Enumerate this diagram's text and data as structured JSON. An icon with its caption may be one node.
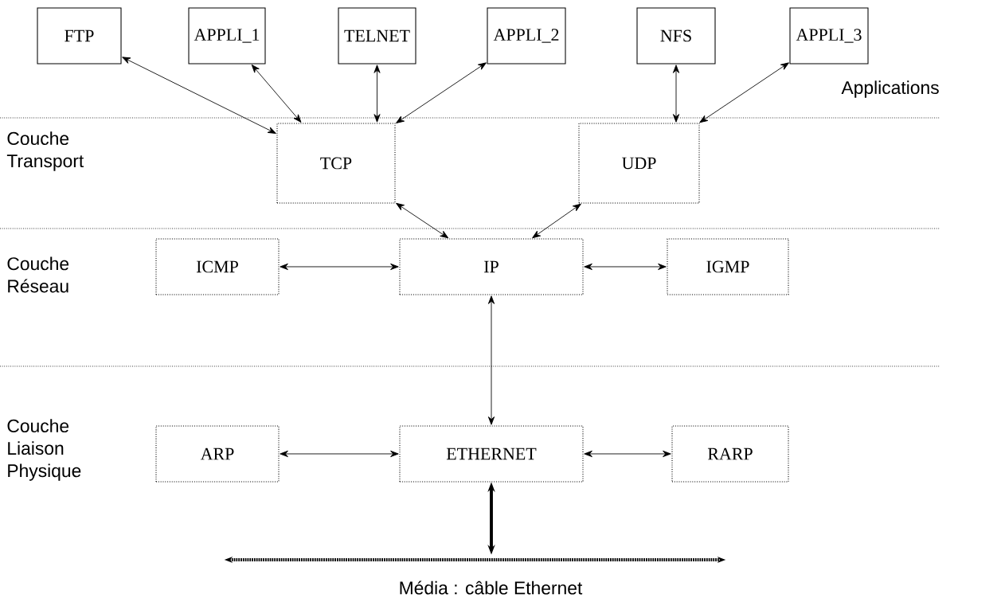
{
  "diagram": {
    "nodes": [
      {
        "text": [
          "FTP"
        ]
      },
      {
        "text": [
          "APPLI_1"
        ]
      },
      {
        "text": [
          "TELNET"
        ]
      },
      {
        "text": [
          "APPLI_2"
        ]
      },
      {
        "text": [
          "NFS"
        ]
      },
      {
        "text": [
          "APPLI_3"
        ]
      },
      {
        "text": [
          "TCP"
        ]
      },
      {
        "text": [
          "UDP"
        ]
      },
      {
        "text": [
          "ICMP"
        ]
      },
      {
        "text": [
          "IP"
        ]
      },
      {
        "text": [
          "IGMP"
        ]
      },
      {
        "text": [
          "ARP"
        ]
      },
      {
        "text": [
          "ETHERNET"
        ]
      },
      {
        "text": [
          "RARP"
        ]
      },
      {
        "text": [],
        "shape": "bar"
      }
    ],
    "edges": [
      {
        "from": 0,
        "to": 6,
        "arrow": "both"
      },
      {
        "from": 1,
        "to": 6,
        "arrow": "both"
      },
      {
        "from": 2,
        "to": 6,
        "arrow": "both"
      },
      {
        "from": 3,
        "to": 6,
        "arrow": "both"
      },
      {
        "from": 4,
        "to": 7,
        "arrow": "both"
      },
      {
        "from": 5,
        "to": 7,
        "arrow": "both"
      },
      {
        "from": 6,
        "to": 9,
        "arrow": "both"
      },
      {
        "from": 7,
        "to": 9,
        "arrow": "both"
      },
      {
        "from": 8,
        "to": 9,
        "arrow": "both"
      },
      {
        "from": 9,
        "to": 10,
        "arrow": "both"
      },
      {
        "from": 9,
        "to": 12,
        "arrow": "both"
      },
      {
        "from": 11,
        "to": 12,
        "arrow": "both"
      },
      {
        "from": 12,
        "to": 13,
        "arrow": "both"
      },
      {
        "from": 12,
        "to": 14,
        "arrow": "both",
        "style": "thick"
      }
    ],
    "labels": [
      "Applications",
      "Couche Transport",
      "Couche Réseau",
      "Couche Liaison Physique",
      "Média : câble Ethernet"
    ]
  }
}
